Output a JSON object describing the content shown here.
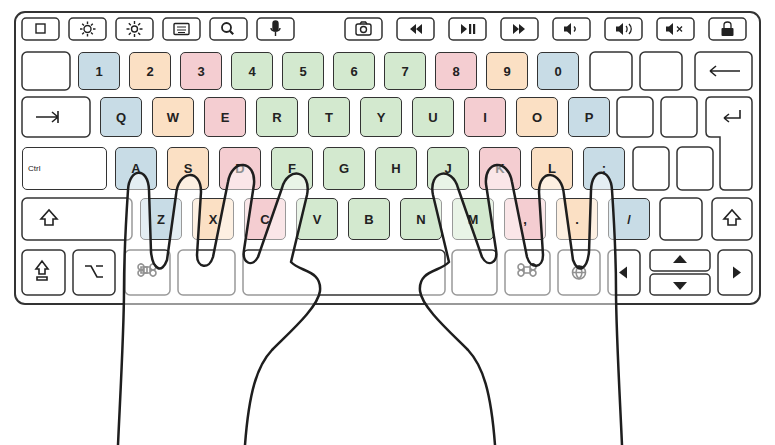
{
  "diagram": {
    "nodes": [
      {
        "text": [
          "1"
        ]
      },
      {
        "text": [
          "2"
        ]
      },
      {
        "text": [
          "3"
        ]
      },
      {
        "text": [
          "4"
        ]
      },
      {
        "text": [
          "5"
        ]
      },
      {
        "text": [
          "6"
        ]
      },
      {
        "text": [
          "7"
        ]
      },
      {
        "text": [
          "8"
        ]
      },
      {
        "text": [
          "9"
        ]
      },
      {
        "text": [
          "0"
        ]
      },
      {
        "text": [
          "Q"
        ]
      },
      {
        "text": [
          "W"
        ]
      },
      {
        "text": [
          "E"
        ]
      },
      {
        "text": [
          "R"
        ]
      },
      {
        "text": [
          "T"
        ]
      },
      {
        "text": [
          "Y"
        ]
      },
      {
        "text": [
          "U"
        ]
      },
      {
        "text": [
          "I"
        ]
      },
      {
        "text": [
          "O"
        ]
      },
      {
        "text": [
          "P"
        ]
      },
      {
        "text": [
          "Ctrl"
        ]
      },
      {
        "text": [
          "A"
        ]
      },
      {
        "text": [
          "S"
        ]
      },
      {
        "text": [
          "D"
        ]
      },
      {
        "text": [
          "F"
        ]
      },
      {
        "text": [
          "G"
        ]
      },
      {
        "text": [
          "H"
        ]
      },
      {
        "text": [
          "J"
        ]
      },
      {
        "text": [
          "K"
        ]
      },
      {
        "text": [
          "L"
        ]
      },
      {
        "text": [
          ";"
        ]
      },
      {
        "text": [
          "Z"
        ]
      },
      {
        "text": [
          "X"
        ]
      },
      {
        "text": [
          "C"
        ]
      },
      {
        "text": [
          "V"
        ]
      },
      {
        "text": [
          "B"
        ]
      },
      {
        "text": [
          "N"
        ]
      },
      {
        "text": [
          "M"
        ]
      },
      {
        "text": [
          ","
        ]
      },
      {
        "text": [
          "."
        ]
      },
      {
        "text": [
          "/"
        ]
      }
    ]
  }
}
